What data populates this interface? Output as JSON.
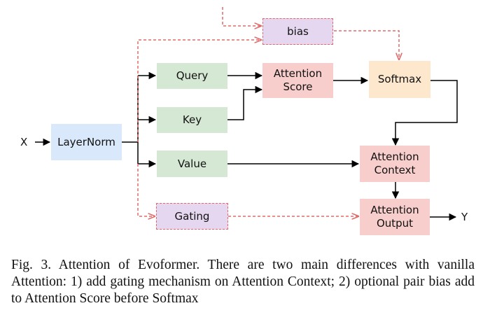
{
  "nodes": {
    "bias": {
      "label": "bias",
      "color": "#e4d7ef"
    },
    "query": {
      "label": "Query",
      "color": "#d5e8d4"
    },
    "attention_score": {
      "label_line1": "Attention",
      "label_line2": "Score",
      "color": "#f8cecc"
    },
    "softmax": {
      "label": "Softmax",
      "color": "#fde7cd"
    },
    "key": {
      "label": "Key",
      "color": "#d5e8d4"
    },
    "layernorm": {
      "label": "LayerNorm",
      "color": "#dae8fc"
    },
    "value": {
      "label": "Value",
      "color": "#d5e8d4"
    },
    "attention_context": {
      "label_line1": "Attention",
      "label_line2": "Context",
      "color": "#f8cecc"
    },
    "gating": {
      "label": "Gating",
      "color": "#e4d7ef"
    },
    "attention_output": {
      "label_line1": "Attention",
      "label_line2": "Output",
      "color": "#f8cecc"
    }
  },
  "io": {
    "input": "X",
    "output": "Y"
  },
  "colors": {
    "solid_edge": "#000000",
    "dashed_edge": "#e06a6a"
  },
  "caption": {
    "text": "Fig. 3.  Attention of Evoformer. There are two main differences with vanilla Attention: 1) add gating mechanism on Attention Context; 2) optional pair bias add to Attention Score before Softmax"
  }
}
